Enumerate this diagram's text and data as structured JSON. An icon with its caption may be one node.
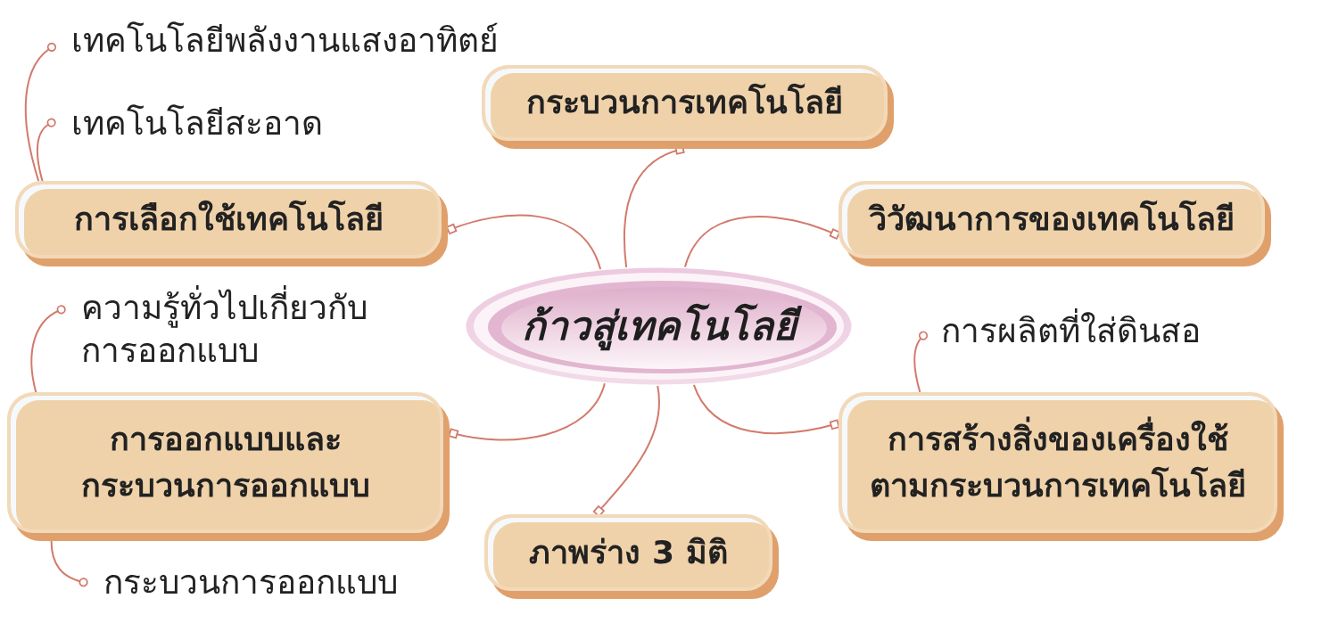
{
  "diagram": {
    "nodes": [
      {
        "text": [
          "เทคโนโลยีพลังงานแสงอาทิตย์"
        ]
      },
      {
        "text": [
          "กระบวนการเทคโนโลยี"
        ]
      },
      {
        "text": [
          "เทคโนโลยีสะอาด"
        ]
      },
      {
        "text": [
          "การเลือกใช้เทคโนโลยี"
        ]
      },
      {
        "text": [
          "วิวัฒนาการของเทคโนโลยี"
        ]
      },
      {
        "text": [
          "ก้าวสู่เทคโนโลยี"
        ]
      },
      {
        "text": [
          "ความรู้ทั่วไปเกี่ยวกับการออกแบบ"
        ]
      },
      {
        "text": [
          "การผลิตที่ใส่ดินสอ"
        ]
      },
      {
        "text": [
          "การออกแบบและกระบวนการออกแบบ"
        ]
      },
      {
        "text": [
          "การสร้างสิ่งของเครื่องใช้ตามกระบวนการเทคโนโลยี"
        ]
      },
      {
        "text": [
          "ภาพร่าง 3 มิติ"
        ]
      },
      {
        "text": [
          "กระบวนการออกแบบ"
        ]
      }
    ],
    "edges": [
      {
        "from": 5,
        "to": 1,
        "arrow": "other"
      },
      {
        "from": 5,
        "to": 3,
        "arrow": "other"
      },
      {
        "from": 5,
        "to": 4,
        "arrow": "other"
      },
      {
        "from": 5,
        "to": 8,
        "arrow": "other"
      },
      {
        "from": 5,
        "to": 10,
        "arrow": "other"
      },
      {
        "from": 5,
        "to": 9,
        "arrow": "other"
      },
      {
        "from": 3,
        "to": 0,
        "arrow": "other"
      },
      {
        "from": 3,
        "to": 2,
        "arrow": "other"
      },
      {
        "from": 8,
        "to": 6,
        "arrow": "other"
      },
      {
        "from": 8,
        "to": 11,
        "arrow": "other"
      },
      {
        "from": 9,
        "to": 7,
        "arrow": "other"
      }
    ]
  }
}
